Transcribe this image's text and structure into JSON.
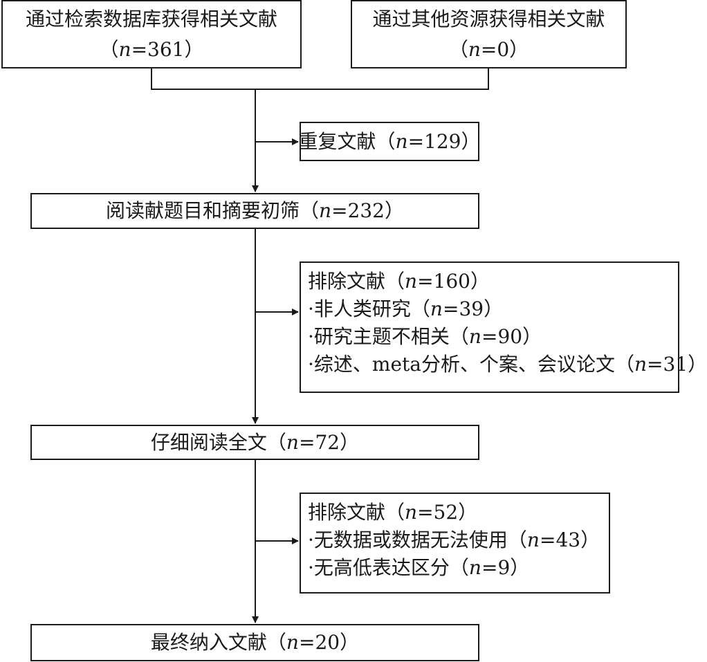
{
  "records_database": {
    "title": "通过检索数据库获得相关文献",
    "count": "（n=361）"
  },
  "records_other": {
    "title": "通过其他资源获得相关文献",
    "count": "（n=0）"
  },
  "duplicates": {
    "label": "重复文献（n=129）"
  },
  "screening": {
    "label": "阅读献题目和摘要初筛（n=232）"
  },
  "excluded_screening": {
    "title": "排除文献（n=160）",
    "reasons": [
      "非人类研究（n=39）",
      "研究主题不相关（n=90）",
      "综述、meta分析、个案、会议论文（n=31）"
    ]
  },
  "full_text": {
    "label": "仔细阅读全文（n=72）"
  },
  "excluded_full_text": {
    "title": "排除文献（n=52）",
    "reasons": [
      "无数据或数据无法使用（n=43）",
      "无高低表达区分（n=9）"
    ]
  },
  "included": {
    "label": "最终纳入文献（n=20）"
  }
}
